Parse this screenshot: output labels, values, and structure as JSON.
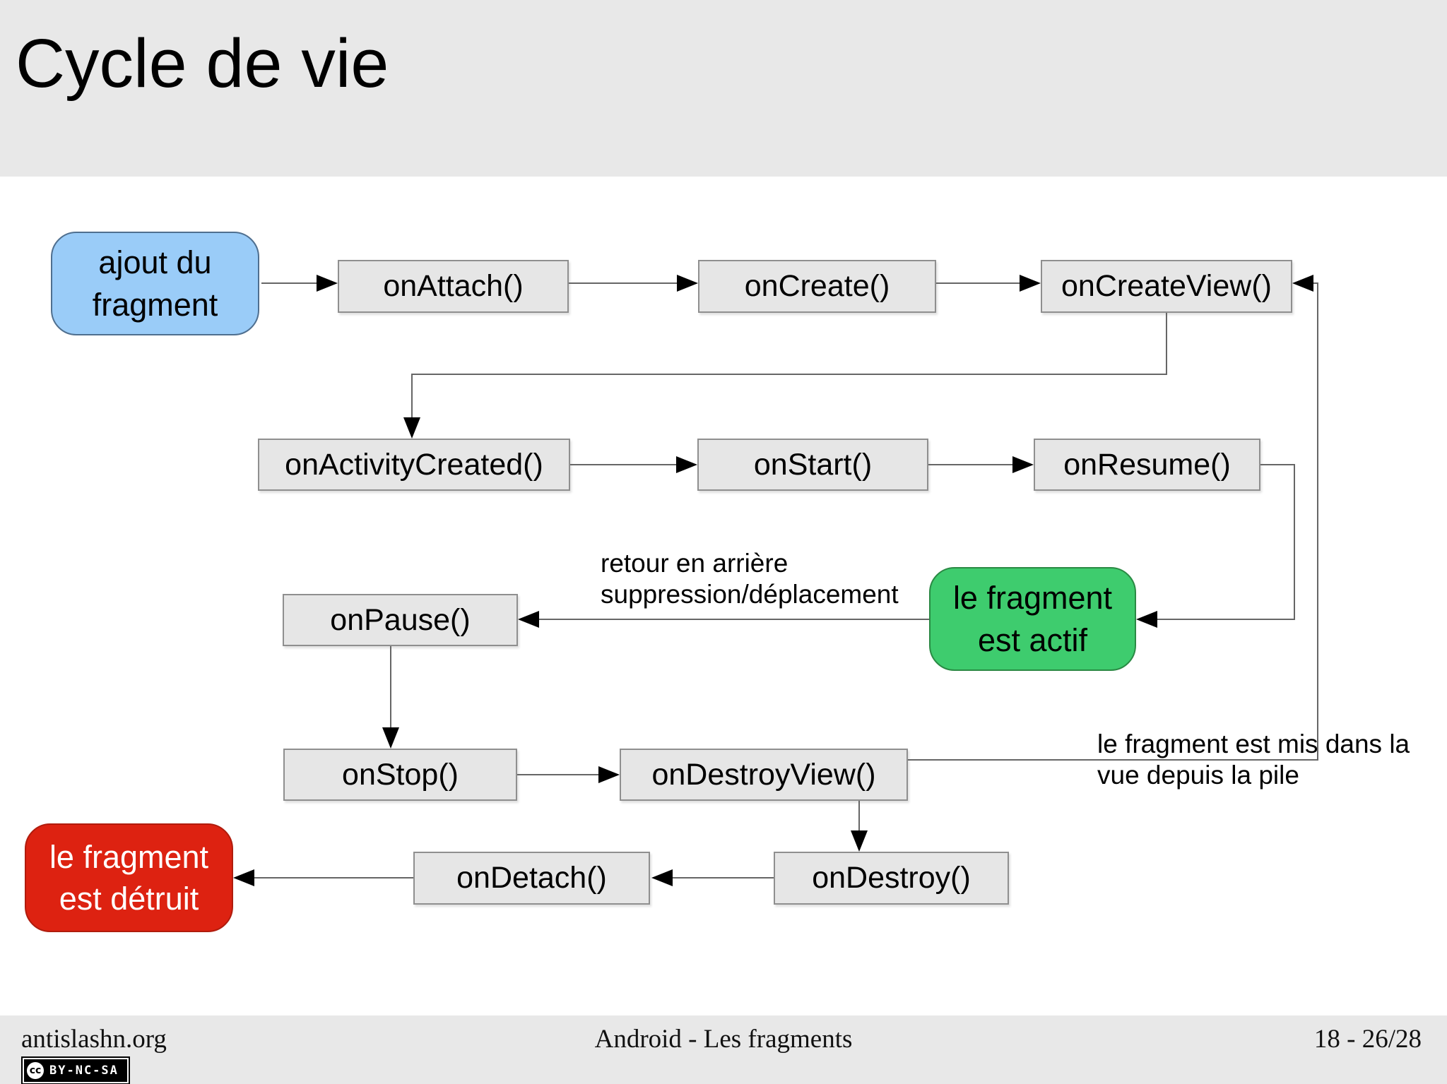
{
  "slide": {
    "title": "Cycle de vie"
  },
  "colors": {
    "band_gray": "#e8e8e8",
    "process_fill": "#e6e6e6",
    "start_blue": "#9accf8",
    "active_green": "#3ecc6e",
    "destroyed_red": "#dd2211",
    "line": "#666666",
    "arrowhead": "#000000"
  },
  "diagram": {
    "nodes": {
      "start": {
        "label": "ajout du\nfragment"
      },
      "attach": {
        "label": "onAttach()"
      },
      "create": {
        "label": "onCreate()"
      },
      "create_view": {
        "label": "onCreateView()"
      },
      "activity_created": {
        "label": "onActivityCreated()"
      },
      "start_cb": {
        "label": "onStart()"
      },
      "resume": {
        "label": "onResume()"
      },
      "pause": {
        "label": "onPause()"
      },
      "active": {
        "label": "le fragment\nest actif"
      },
      "stop": {
        "label": "onStop()"
      },
      "destroy_view": {
        "label": "onDestroyView()"
      },
      "detach": {
        "label": "onDetach()"
      },
      "destroy": {
        "label": "onDestroy()"
      },
      "destroyed": {
        "label": "le fragment\nest détruit"
      }
    },
    "annotations": {
      "back": "retour en arrière\nsuppression/déplacement",
      "stack": "le fragment est mis dans la\nvue depuis la pile"
    },
    "edges": [
      {
        "from": "ajout du fragment",
        "to": "onAttach()"
      },
      {
        "from": "onAttach()",
        "to": "onCreate()"
      },
      {
        "from": "onCreate()",
        "to": "onCreateView()"
      },
      {
        "from": "onCreateView()",
        "to": "onActivityCreated()"
      },
      {
        "from": "onActivityCreated()",
        "to": "onStart()"
      },
      {
        "from": "onStart()",
        "to": "onResume()"
      },
      {
        "from": "onResume()",
        "to": "le fragment est actif"
      },
      {
        "from": "le fragment est actif",
        "to": "onPause()",
        "label": "retour en arrière suppression/déplacement"
      },
      {
        "from": "onPause()",
        "to": "onStop()"
      },
      {
        "from": "onStop()",
        "to": "onDestroyView()"
      },
      {
        "from": "onDestroyView()",
        "to": "onCreateView()",
        "label": "le fragment est mis dans la vue depuis la pile"
      },
      {
        "from": "onDestroyView()",
        "to": "onDestroy()"
      },
      {
        "from": "onDestroy()",
        "to": "onDetach()"
      },
      {
        "from": "onDetach()",
        "to": "le fragment est détruit"
      }
    ]
  },
  "footer": {
    "left": "antislashn.org",
    "center": "Android - Les fragments",
    "right": "18 - 26/28",
    "cc_logo": "cc",
    "cc_text": "BY-NC-SA"
  }
}
